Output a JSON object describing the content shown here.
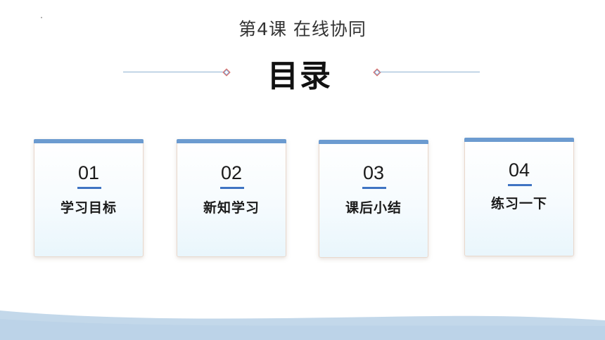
{
  "header": {
    "lesson_title": "第4课 在线协同",
    "main_title": "目录"
  },
  "cards": [
    {
      "number": "01",
      "label": "学习目标"
    },
    {
      "number": "02",
      "label": "新知学习"
    },
    {
      "number": "03",
      "label": "课后小结"
    },
    {
      "number": "04",
      "label": "练习一下"
    }
  ],
  "colors": {
    "accent_bar": "#6c9bd0",
    "underline": "#3f74c3",
    "wave": "#c3d8ea"
  }
}
